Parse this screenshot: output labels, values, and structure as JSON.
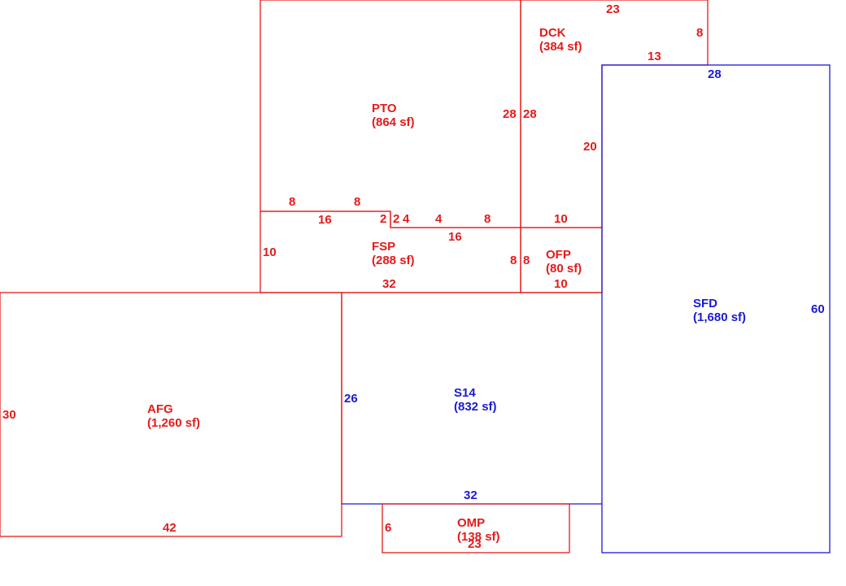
{
  "colors": {
    "red": "#e31b1b",
    "blue": "#1a1ad6"
  },
  "areas": {
    "pto": {
      "code": "PTO",
      "area": "(864 sf)"
    },
    "dck": {
      "code": "DCK",
      "area": "(384 sf)"
    },
    "fsp": {
      "code": "FSP",
      "area": "(288 sf)"
    },
    "ofp": {
      "code": "OFP",
      "area": "(80 sf)"
    },
    "sfd": {
      "code": "SFD",
      "area": "(1,680 sf)"
    },
    "afg": {
      "code": "AFG",
      "area": "(1,260 sf)"
    },
    "s14": {
      "code": "S14",
      "area": "(832 sf)"
    },
    "omp": {
      "code": "OMP",
      "area": "(138 sf)"
    }
  },
  "dims": {
    "dck_top": "23",
    "dck_right": "8",
    "dck_step": "13",
    "dck_left": "28",
    "dck_lower": "20",
    "dck_bottom": "10",
    "pto_right": "28",
    "pto_step_a": "8",
    "pto_step_b": "8",
    "pto_low_a": "16",
    "pto_low_b": "2",
    "pto_low_c": "2",
    "pto_low_d": "4",
    "pto_low_e": "4",
    "pto_low_f": "8",
    "fsp_top": "16",
    "fsp_left": "10",
    "fsp_right": "8",
    "fsp_bottom": "32",
    "ofp_left": "8",
    "ofp_bottom": "10",
    "sfd_top": "28",
    "sfd_right": "60",
    "afg_left": "30",
    "afg_bottom": "42",
    "s14_left": "26",
    "s14_bottom": "32",
    "omp_left": "6",
    "omp_bottom": "23"
  }
}
